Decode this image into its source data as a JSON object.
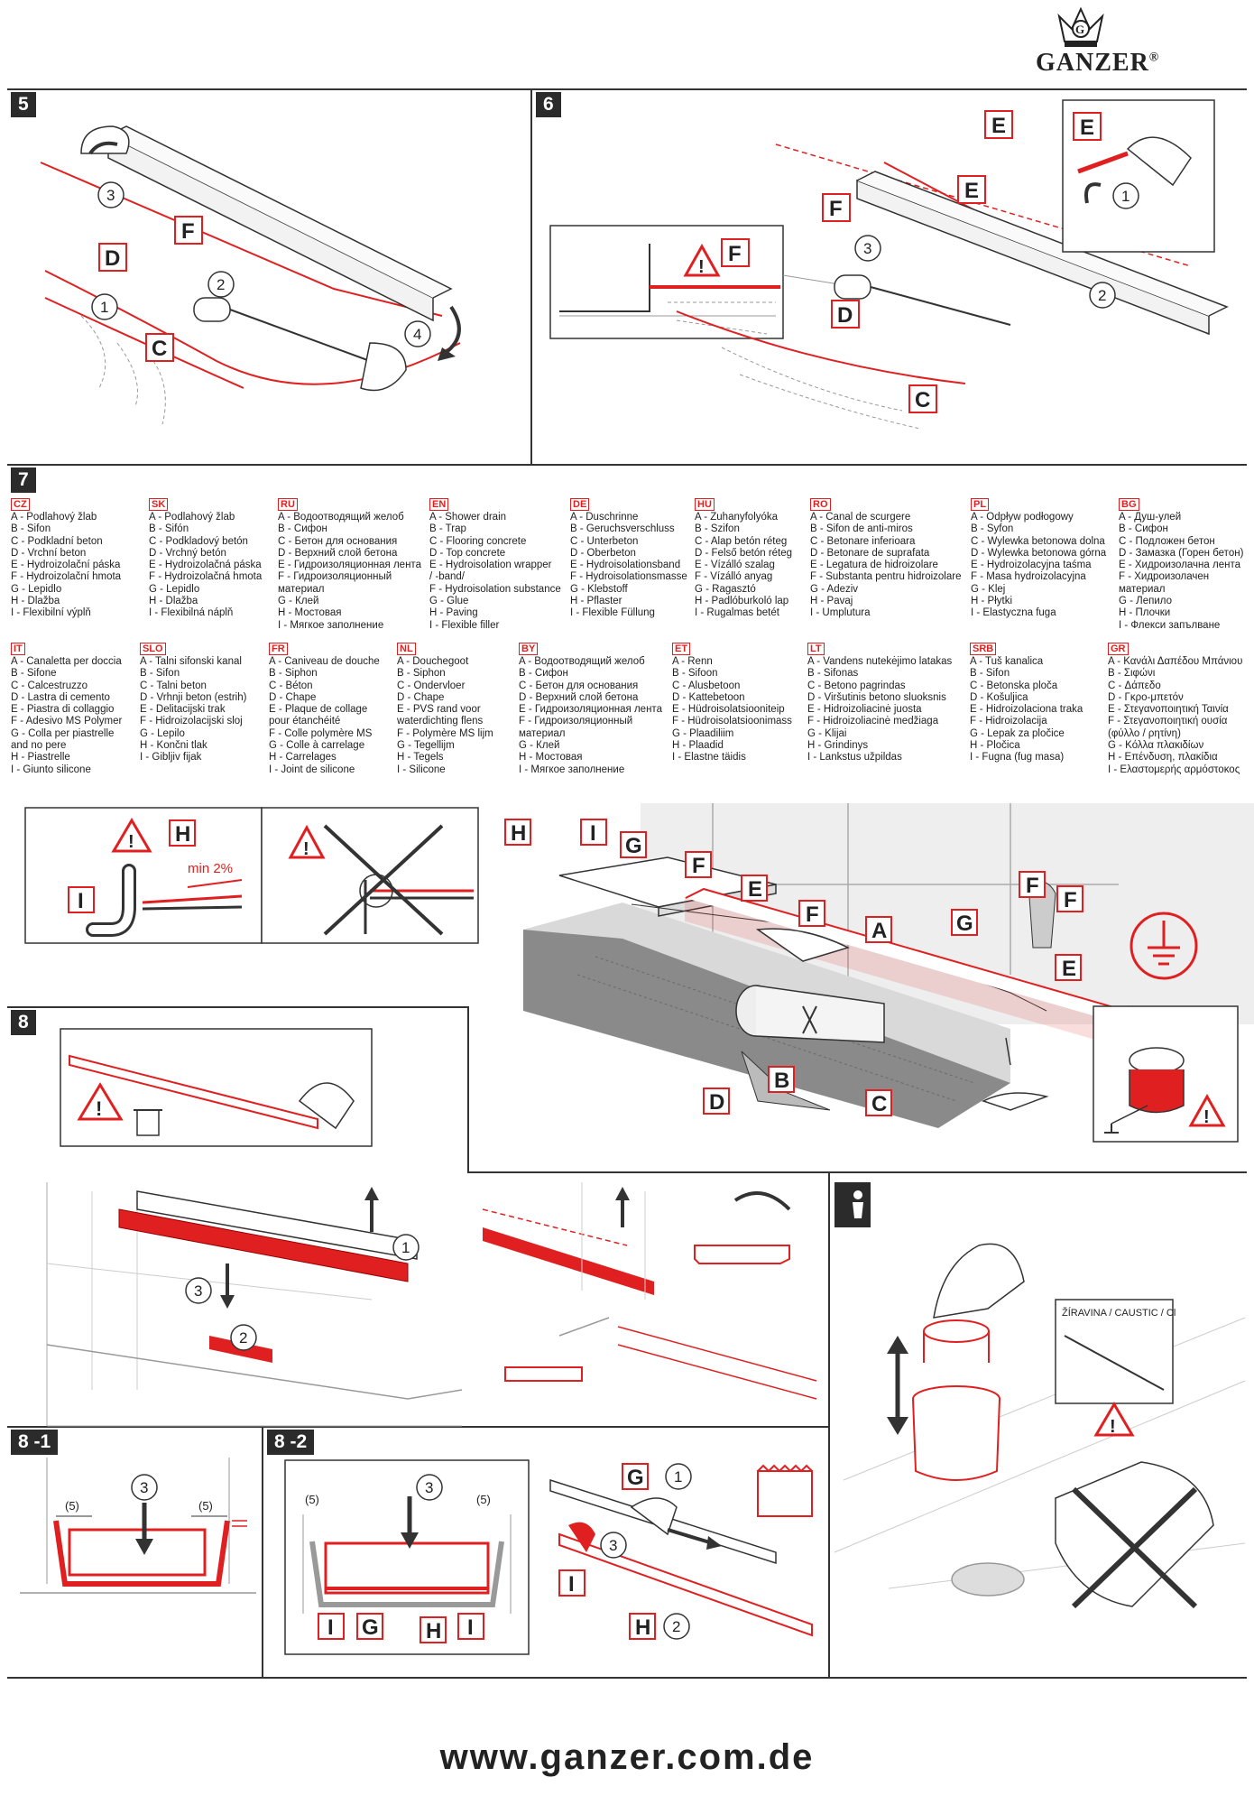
{
  "brand": {
    "name": "GANZER",
    "reg": "®"
  },
  "steps": {
    "s5": "5",
    "s6": "6",
    "s7": "7",
    "s8": "8",
    "s8_1": "8 -1",
    "s8_2": "8 -2"
  },
  "labels": {
    "A": "A",
    "B": "B",
    "C": "C",
    "D": "D",
    "E": "E",
    "F": "F",
    "G": "G",
    "H": "H",
    "I": "I",
    "n1": "1",
    "n2": "2",
    "n3": "3",
    "n4": "4",
    "min2": "min 2%",
    "dim5": "(5)",
    "caustic": "ŽÍRAVINA / CAUSTIC / Cl"
  },
  "languages": [
    {
      "code": "CZ",
      "items": [
        "A - Podlahový žlab",
        "B - Sifon",
        "C - Podkladní beton",
        "D - Vrchní beton",
        "E - Hydroizolační páska",
        "F - Hydroizolační hmota",
        "G - Lepidlo",
        "H - Dlažba",
        "I - Flexibilní výplň"
      ]
    },
    {
      "code": "SK",
      "items": [
        "A - Podlahový žlab",
        "B - Sifón",
        "C - Podkladový betón",
        "D - Vrchný betón",
        "E - Hydroizolačná páska",
        "F - Hydroizolačná hmota",
        "G - Lepidlo",
        "H - Dlažba",
        "I - Flexibilná náplň"
      ]
    },
    {
      "code": "RU",
      "items": [
        "A - Водоотводящий желоб",
        "B - Сифон",
        "C - Бетон для основания",
        "D - Верхний слой бетона",
        "E - Гидроизоляционная лента",
        "F - Гидроизоляционный\n     материал",
        "G - Клей",
        "H - Мостовая",
        "I - Мягкое заполнение"
      ]
    },
    {
      "code": "EN",
      "items": [
        "A - Shower drain",
        "B - Trap",
        "C - Flooring concrete",
        "D - Top concrete",
        "E - Hydroisolation wrapper\n     / -band/",
        "F - Hydroisolation substance",
        "G - Glue",
        "H - Paving",
        "I - Flexible filler"
      ]
    },
    {
      "code": "DE",
      "items": [
        "A - Duschrinne",
        "B - Geruchsverschluss",
        "C - Unterbeton",
        "D - Oberbeton",
        "E - Hydroisolationsband",
        "F - Hydroisolationsmasse",
        "G - Klebstoff",
        "H - Pflaster",
        "I - Flexible Füllung"
      ]
    },
    {
      "code": "HU",
      "items": [
        "A - Zuhanyfolyóka",
        "B - Szifon",
        "C - Alap betón réteg",
        "D - Felső betón réteg",
        "E - Vízálló szalag",
        "F - Vízálló anyag",
        "G - Ragasztó",
        "H - Padlóburkoló lap",
        "I - Rugalmas betét"
      ]
    },
    {
      "code": "RO",
      "items": [
        "A - Canal de scurgere",
        "B - Sifon de anti-miros",
        "C - Betonare inferioara",
        "D - Betonare de suprafata",
        "E - Legatura de hidroizolare",
        "F - Substanta pentru hidroizolare",
        "G - Adeziv",
        "H - Pavaj",
        "I - Umplutura"
      ]
    },
    {
      "code": "PL",
      "items": [
        "A - Odpływ podłogowy",
        "B - Syfon",
        "C - Wylewka betonowa dolna",
        "D - Wylewka betonowa górna",
        "E - Hydroizolacyjna taśma",
        "F - Masa hydroizolacyjna",
        "G - Klej",
        "H - Płytki",
        "I - Elastyczna fuga"
      ]
    },
    {
      "code": "BG",
      "items": [
        "A - Душ-улей",
        "B - Сифон",
        "C - Подложен бетон",
        "D - Замазка (Горен бетон)",
        "E - Хидроизолачна лента",
        "F - Хидроизолачен\n     материал",
        "G - Лепило",
        "H - Плочки",
        "I - Флекси запълване"
      ]
    },
    {
      "code": "IT",
      "items": [
        "A - Canaletta per doccia",
        "B - Sifone",
        "C - Calcestruzzo",
        "D - Lastra di cemento",
        "E - Piastra di collaggio",
        "F - Adesivo MS Polymer",
        "G - Colla per piastrelle\n      and no pere",
        "H - Piastrelle",
        "I - Giunto silicone"
      ]
    },
    {
      "code": "SLO",
      "items": [
        "A - Talni sifonski kanal",
        "B - Sifon",
        "C - Talni beton",
        "D - Vrhnji beton (estrih)",
        "E - Delitacijski trak",
        "F - Hidroizolacijski sloj",
        "G - Lepilo",
        "H - Končni tlak",
        "I - Gibljiv fijak"
      ]
    },
    {
      "code": "FR",
      "items": [
        "A - Caniveau de douche",
        "B - Siphon",
        "C - Béton",
        "D - Chape",
        "E - Plaque de collage\n     pour étanchéité",
        "F - Colle polymère MS",
        "G - Colle à carrelage",
        "H - Carrelages",
        "I - Joint de silicone"
      ]
    },
    {
      "code": "NL",
      "items": [
        "A - Douchegoot",
        "B - Siphon",
        "C - Ondervloer",
        "D - Chape",
        "E - PVS rand voor\n     waterdichting flens",
        "F - Polymère MS lijm",
        "G - Tegellijm",
        "H - Tegels",
        "I - Silicone"
      ]
    },
    {
      "code": "BY",
      "items": [
        "A - Водоотводящий желоб",
        "B - Сифон",
        "C - Бетон для основания",
        "D - Верхний слой бетона",
        "E - Гидроизоляционная лента",
        "F - Гидроизоляционный\n     материал",
        "G - Клей",
        "H - Мостовая",
        "I - Мягкое заполнение"
      ]
    },
    {
      "code": "ET",
      "items": [
        "A - Renn",
        "B - Sifoon",
        "C - Alusbetoon",
        "D - Kattebetoon",
        "E - Hüdroisolatsiooniteip",
        "F - Hüdroisolatsioonimass",
        "G - Plaadiliim",
        "H - Plaadid",
        "I - Elastne täidis"
      ]
    },
    {
      "code": "LT",
      "items": [
        "A - Vandens nutekėjimo latakas",
        "B - Sifonas",
        "C - Betono pagrindas",
        "D - Viršutinis betono sluoksnis",
        "E - Hidroizoliacinė juosta",
        "F - Hidroizoliacinė medžiaga",
        "G - Klijai",
        "H - Grindinys",
        "I - Lankstus užpildas"
      ]
    },
    {
      "code": "SRB",
      "items": [
        "A - Tuš kanalica",
        "B - Sifon",
        "C - Betonska ploča",
        "D - Košuljica",
        "E - Hidroizolaciona traka",
        "F - Hidroizolacija",
        "G - Lepak za pločice",
        "H - Pločica",
        "I - Fugna (fug masa)"
      ]
    },
    {
      "code": "GR",
      "items": [
        "A - Κανάλι Δαπέδου Μπάνιου",
        "B - Σιφώνι",
        "C - Δάπεδο",
        "D - Γκρο-μπετόν",
        "E - Στεγανοποιητική Ταινία",
        "F - Στεγανοποιητική ουσία\n     (φύλλο / ρητίνη)",
        "G - Κόλλα πλακιδίων",
        "H - Επένδυση, πλακίδια",
        "I - Ελαστομερής αρμόστοκος"
      ]
    }
  ],
  "footer": {
    "url": "www.ganzer.com.de"
  },
  "colors": {
    "accent": "#e02020",
    "dark": "#2b2b2b"
  }
}
